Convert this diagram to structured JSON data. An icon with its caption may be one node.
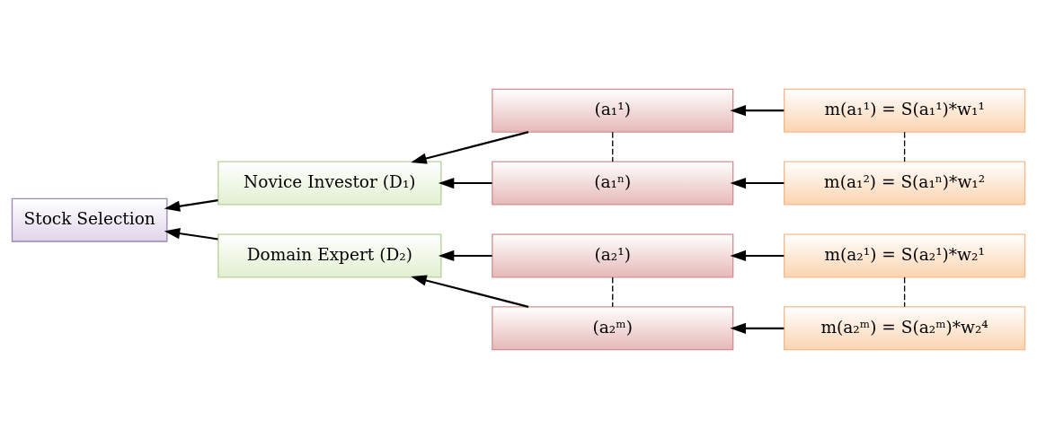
{
  "diagram": {
    "nodes": [
      {
        "text": [
          "Stock Selection"
        ]
      },
      {
        "text": [
          "Novice Investor (D₁)"
        ]
      },
      {
        "text": [
          "Domain Expert (D₂)"
        ]
      },
      {
        "text": [
          "(a₁¹)"
        ]
      },
      {
        "text": [
          "(a₁ⁿ)"
        ]
      },
      {
        "text": [
          "(a₂¹)"
        ]
      },
      {
        "text": [
          "(a₂ᵐ)"
        ]
      },
      {
        "text": [
          "m(a₁¹) = S(a₁¹)*w₁¹"
        ]
      },
      {
        "text": [
          "m(a₁²) = S(a₁ⁿ)*w₁²"
        ]
      },
      {
        "text": [
          "m(a₂¹) = S(a₂¹)*w₂¹"
        ]
      },
      {
        "text": [
          "m(a₂ᵐ) = S(a₂ᵐ)*w₂⁴"
        ]
      }
    ],
    "edges": [
      {
        "from": 1,
        "to": 0,
        "arrow": "to"
      },
      {
        "from": 2,
        "to": 0,
        "arrow": "to"
      },
      {
        "from": 3,
        "to": 1,
        "arrow": "to"
      },
      {
        "from": 4,
        "to": 1,
        "arrow": "to"
      },
      {
        "from": 5,
        "to": 2,
        "arrow": "to"
      },
      {
        "from": 6,
        "to": 2,
        "arrow": "to"
      },
      {
        "from": 7,
        "to": 3,
        "arrow": "to"
      },
      {
        "from": 8,
        "to": 4,
        "arrow": "to"
      },
      {
        "from": 9,
        "to": 5,
        "arrow": "to"
      },
      {
        "from": 10,
        "to": 6,
        "arrow": "to"
      },
      {
        "from": 3,
        "to": 4,
        "arrow": "none",
        "style": "dashed"
      },
      {
        "from": 7,
        "to": 8,
        "arrow": "none",
        "style": "dashed"
      },
      {
        "from": 5,
        "to": 6,
        "arrow": "none",
        "style": "dashed"
      },
      {
        "from": 9,
        "to": 10,
        "arrow": "none",
        "style": "dashed"
      }
    ]
  }
}
